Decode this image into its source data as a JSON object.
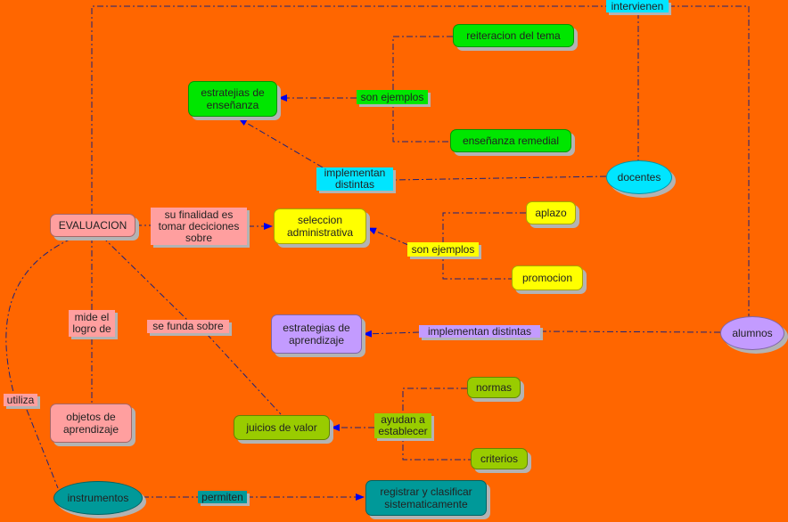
{
  "colors": {
    "background": "#ff6600",
    "line": "#1a237e",
    "arrow": "#0000ee"
  },
  "nodes": {
    "evaluacion": "EVALUACION",
    "estrategias_ensenanza": "estratejias de\nenseñanza",
    "reiteracion": "reiteracion del tema",
    "ensenanza_remedial": "enseñanza remedial",
    "docentes": "docentes",
    "seleccion": "seleccion\nadministrativa",
    "aplazo": "aplazo",
    "promocion": "promocion",
    "estrategias_aprendizaje": "estrategias de\naprendizaje",
    "alumnos": "alumnos",
    "normas": "normas",
    "criterios": "criterios",
    "juicios": "juicios de valor",
    "objetos": "objetos de\naprendizaje",
    "instrumentos": "instrumentos",
    "registrar": "registrar y clasificar\nsistematicamente"
  },
  "labels": {
    "intervienen": "intervienen",
    "son_ejemplos_1": "son ejemplos",
    "implementan_distintas_1": "implementan\ndistintas",
    "su_finalidad": "su finalidad es\ntomar deciciones\nsobre",
    "son_ejemplos_2": "son ejemplos",
    "implementan_distintas_2": "implementan distintas",
    "mide": "mide el\nlogro de",
    "se_funda": "se funda sobre",
    "ayudan": "ayudan a\nestablecer",
    "utiliza": "utiliza",
    "permiten": "permiten"
  }
}
